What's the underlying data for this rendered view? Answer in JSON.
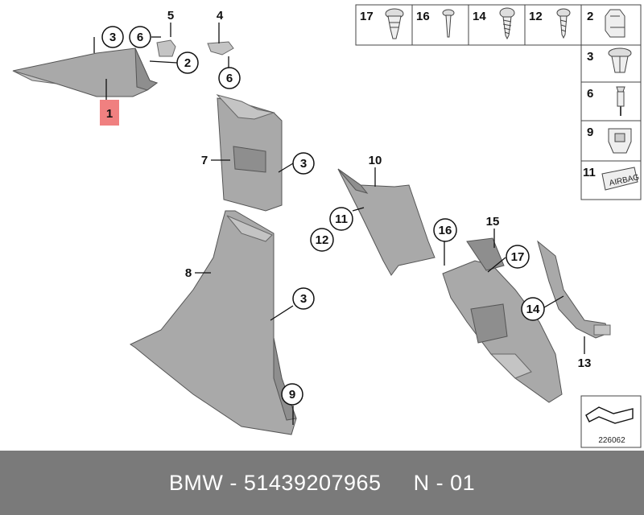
{
  "callouts": {
    "c1": "1",
    "c2": "2",
    "c3a": "3",
    "c3b": "3",
    "c3c": "3",
    "c4": "4",
    "c5": "5",
    "c6a": "6",
    "c6b": "6",
    "c7": "7",
    "c8": "8",
    "c9": "9",
    "c10": "10",
    "c11": "11",
    "c12": "12",
    "c13": "13",
    "c14": "14",
    "c15": "15",
    "c16": "16",
    "c17": "17"
  },
  "fastener_table": {
    "top_row": [
      "17",
      "16",
      "14",
      "12",
      "2"
    ],
    "side_col": [
      "3",
      "6",
      "9",
      "11"
    ]
  },
  "diagram_number": "226062",
  "footer": {
    "brand": "BMW",
    "sep1": " - ",
    "part_number": "51439207965",
    "gap": "     ",
    "variant": "N - 01"
  },
  "colors": {
    "part_gray": "#a9a9a9",
    "highlight": "#f08080",
    "footer_bg": "#7a7a7a"
  }
}
